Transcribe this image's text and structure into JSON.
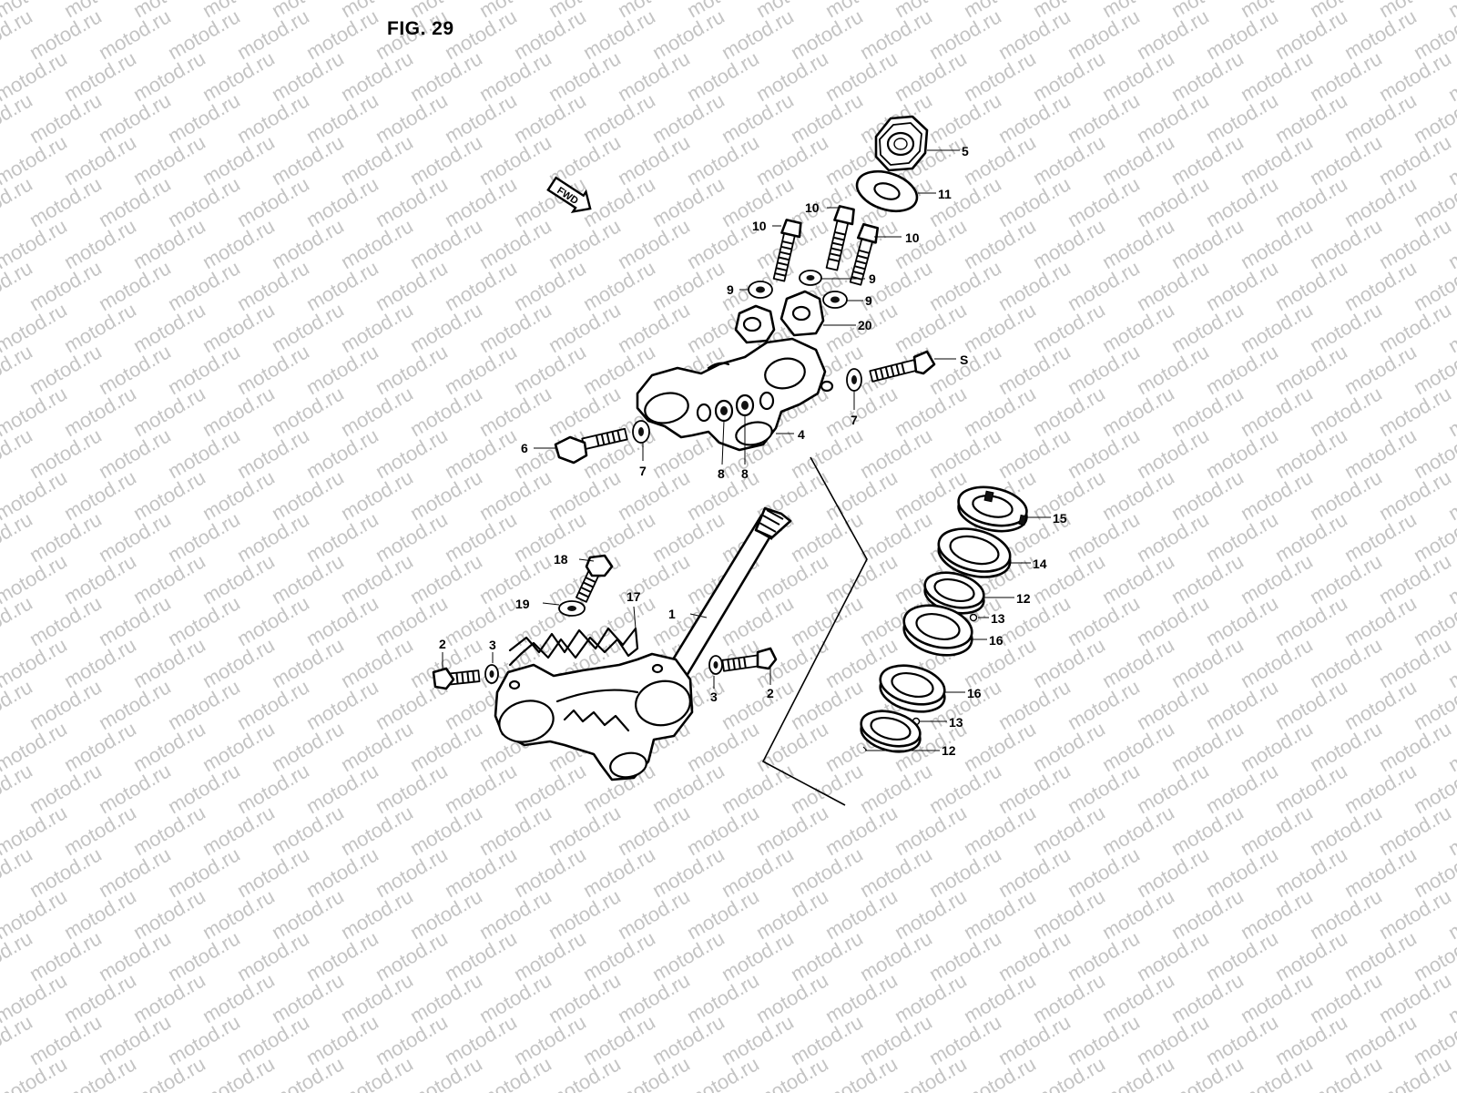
{
  "figure": {
    "title": "FIG. 29",
    "watermark": "motod.ru",
    "fwd_label": "FWD"
  },
  "callouts": [
    {
      "id": "c5",
      "label": "5"
    },
    {
      "id": "c11",
      "label": "11"
    },
    {
      "id": "c10a",
      "label": "10"
    },
    {
      "id": "c10b",
      "label": "10"
    },
    {
      "id": "c10c",
      "label": "10"
    },
    {
      "id": "c9a",
      "label": "9"
    },
    {
      "id": "c9b",
      "label": "9"
    },
    {
      "id": "c9c",
      "label": "9"
    },
    {
      "id": "c20",
      "label": "20"
    },
    {
      "id": "cS",
      "label": "S"
    },
    {
      "id": "c7a",
      "label": "7"
    },
    {
      "id": "c4",
      "label": "4"
    },
    {
      "id": "c6",
      "label": "6"
    },
    {
      "id": "c7b",
      "label": "7"
    },
    {
      "id": "c8a",
      "label": "8"
    },
    {
      "id": "c8b",
      "label": "8"
    },
    {
      "id": "c15",
      "label": "15"
    },
    {
      "id": "c14",
      "label": "14"
    },
    {
      "id": "c12a",
      "label": "12"
    },
    {
      "id": "c13a",
      "label": "13"
    },
    {
      "id": "c16a",
      "label": "16"
    },
    {
      "id": "c16b",
      "label": "16"
    },
    {
      "id": "c13b",
      "label": "13"
    },
    {
      "id": "c12b",
      "label": "12"
    },
    {
      "id": "c18",
      "label": "18"
    },
    {
      "id": "c19",
      "label": "19"
    },
    {
      "id": "c17",
      "label": "17"
    },
    {
      "id": "c1",
      "label": "1"
    },
    {
      "id": "c2a",
      "label": "2"
    },
    {
      "id": "c3a",
      "label": "3"
    },
    {
      "id": "c3b",
      "label": "3"
    },
    {
      "id": "c2b",
      "label": "2"
    }
  ]
}
